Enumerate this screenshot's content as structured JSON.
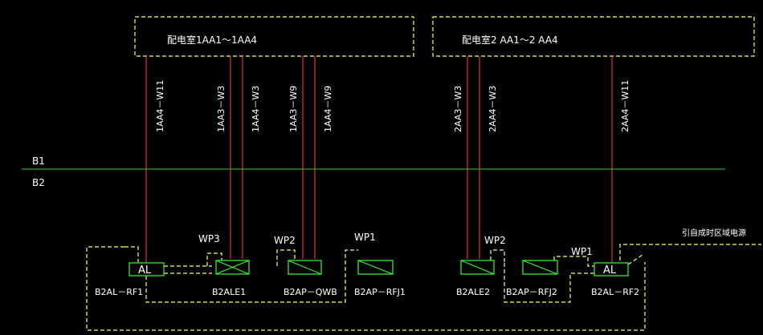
{
  "colors": {
    "background": "#000000",
    "room_border": "#ffff66",
    "feeder": "#ff4444",
    "level_line": "#33cc33",
    "panel": "#33ff33",
    "dashed_route": "#ffff66",
    "text": "#ffffff"
  },
  "rooms": {
    "room1": {
      "label": "配电室1AA1～1AA4"
    },
    "room2": {
      "label": "配电室2 AA1～2 AA4"
    }
  },
  "levels": {
    "upper": "B1",
    "lower": "B2"
  },
  "feeders": {
    "f1": "1AA4－W11",
    "f2": "1AA3－W3",
    "f3": "1AA4－W3",
    "f4": "1AA3－W9",
    "f5": "1AA4－W9",
    "f6": "2AA3－W3",
    "f7": "2AA4－W3",
    "f8": "2AA4－W11"
  },
  "routes": {
    "wp3": "WP3",
    "wp2a": "WP2",
    "wp1a": "WP1",
    "wp2b": "WP2",
    "wp1b": "WP1"
  },
  "panels": {
    "b2al_rf1": {
      "symbol": "AL",
      "label": "B2AL－RF1"
    },
    "b2ale1": {
      "label": "B2ALE1"
    },
    "b2ap_qwb": {
      "label": "B2AP－QWB"
    },
    "b2ap_rfj1": {
      "label": "B2AP－RFJ1"
    },
    "b2ale2": {
      "label": "B2ALE2"
    },
    "b2ap_rfj2": {
      "label": "B2AP－RFJ2"
    },
    "b2al_rf2": {
      "symbol": "AL",
      "label": "B2AL－RF2"
    }
  },
  "note": "引自成时区域电源"
}
